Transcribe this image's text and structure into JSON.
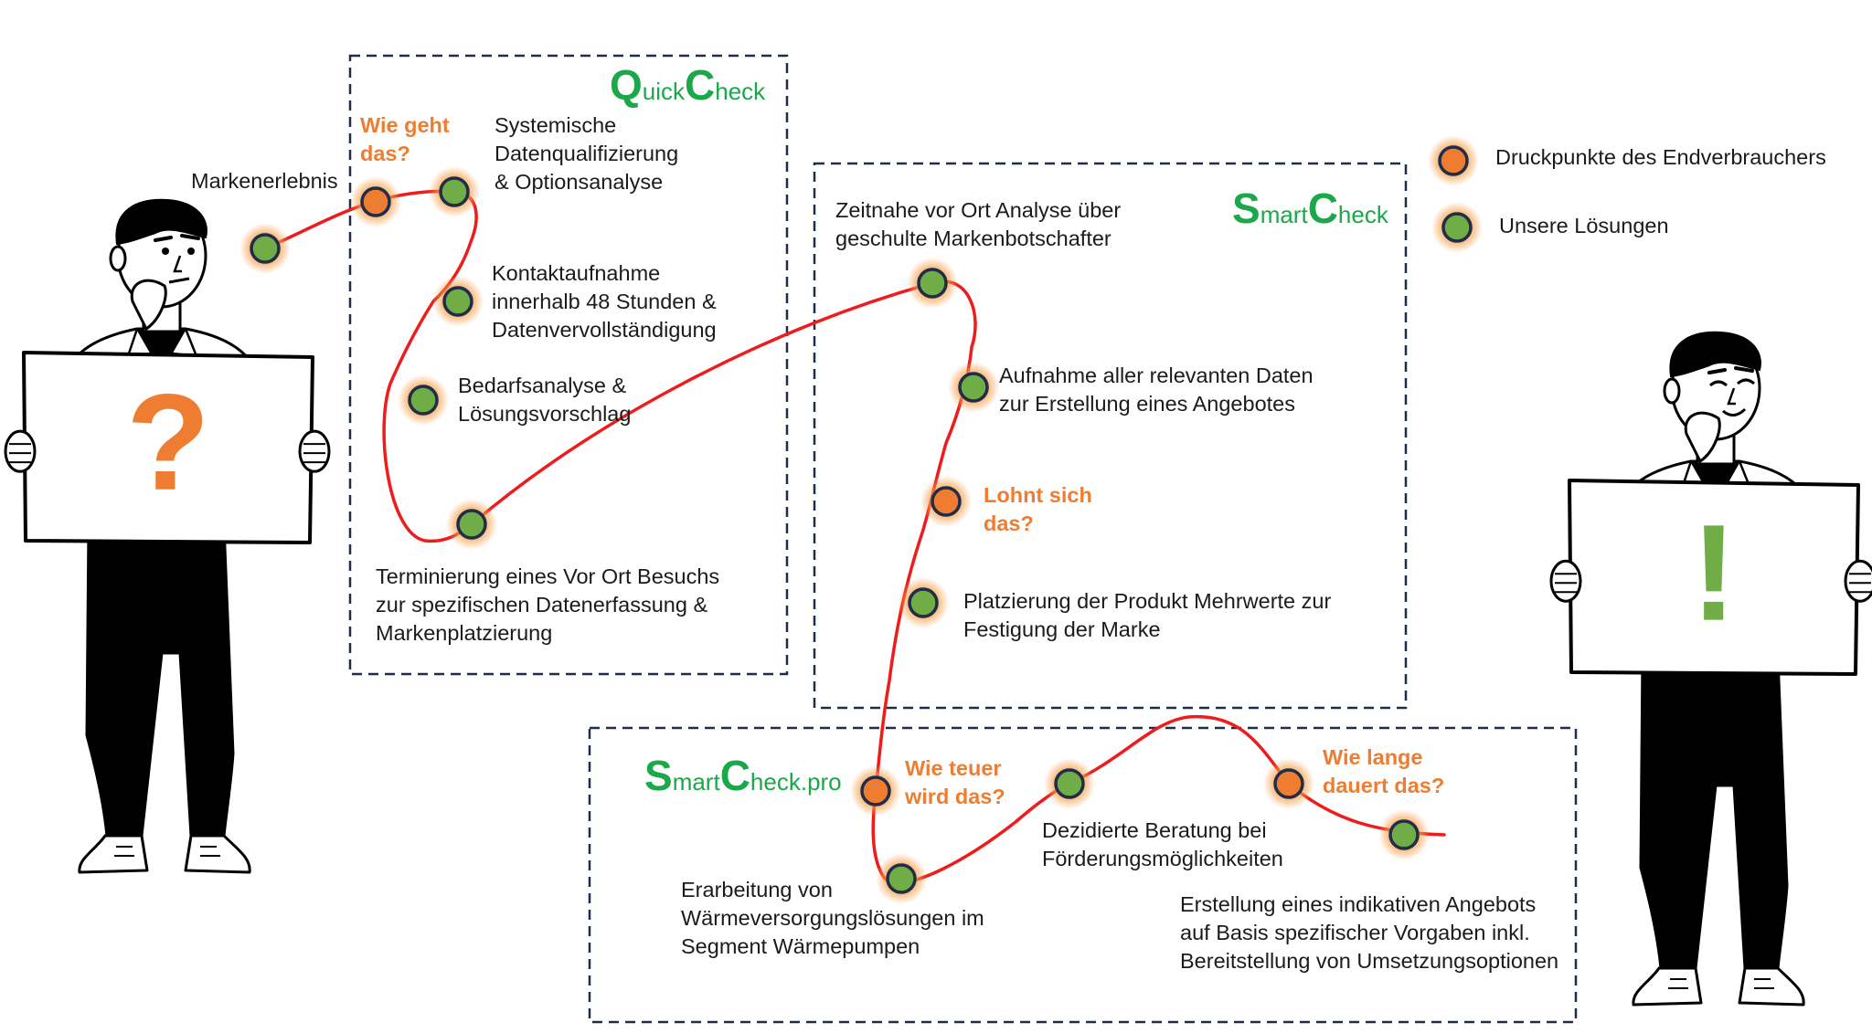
{
  "colors": {
    "pain": "#ee7d31",
    "solution": "#70ad47",
    "path": "#ee1c1c",
    "dot_border": "#1f2c4a",
    "frame": "#1f2c4a",
    "logo": "#1aa84a",
    "glow": "#f7a04a"
  },
  "icons": {
    "left_person": "thinking-person-icon",
    "right_person": "happy-person-icon",
    "left_sign_glyph": "?",
    "right_sign_glyph": "!"
  },
  "legend": {
    "pain_label": "Druckpunkte des Endverbrauchers",
    "solution_label": "Unsere Lösungen"
  },
  "logos": {
    "quick": {
      "c1": "Q",
      "s1": "uick",
      "c2": "C",
      "s2": "heck"
    },
    "smart": {
      "c1": "S",
      "s1": "mart",
      "c2": "C",
      "s2": "heck"
    },
    "smartpro": {
      "c1": "S",
      "s1": "mart",
      "c2": "C",
      "s2": "heck.pro"
    }
  },
  "labels": {
    "markenerlebnis": "Markenerlebnis",
    "wie_geht_1": "Wie geht",
    "wie_geht_2": "das?",
    "systemische_1": "Systemische",
    "systemische_2": "Datenqualifizierung",
    "systemische_3": "& Optionsanalyse",
    "kontakt_1": "Kontaktaufnahme",
    "kontakt_2": "innerhalb 48 Stunden &",
    "kontakt_3": "Datenvervollständigung",
    "bedarf_1": "Bedarfsanalyse &",
    "bedarf_2": "Lösungsvorschlag",
    "termin_1": "Terminierung eines Vor Ort Besuchs",
    "termin_2": "zur spezifischen Datenerfassung &",
    "termin_3": "Markenplatzierung",
    "zeitnahe_1": "Zeitnahe vor Ort Analyse über",
    "zeitnahe_2": "geschulte Markenbotschafter",
    "aufnahme_1": "Aufnahme aller relevanten Daten",
    "aufnahme_2": "zur Erstellung eines Angebotes",
    "lohnt_1": "Lohnt sich",
    "lohnt_2": "das?",
    "platz_1": "Platzierung der Produkt Mehrwerte zur",
    "platz_2": "Festigung der Marke",
    "teuer_1": "Wie teuer",
    "teuer_2": "wird das?",
    "erarb_1": "Erarbeitung von",
    "erarb_2": "Wärmeversorgungslösungen im",
    "erarb_3": "Segment Wärmepumpen",
    "dezi_1": "Dezidierte Beratung bei",
    "dezi_2": "Förderungsmöglichkeiten",
    "lange_1": "Wie lange",
    "lange_2": "dauert das?",
    "erst_1": "Erstellung eines indikativen Angebots",
    "erst_2": "auf Basis spezifischer Vorgaben inkl.",
    "erst_3": "Bereitstellung von Umsetzungsoptionen"
  }
}
